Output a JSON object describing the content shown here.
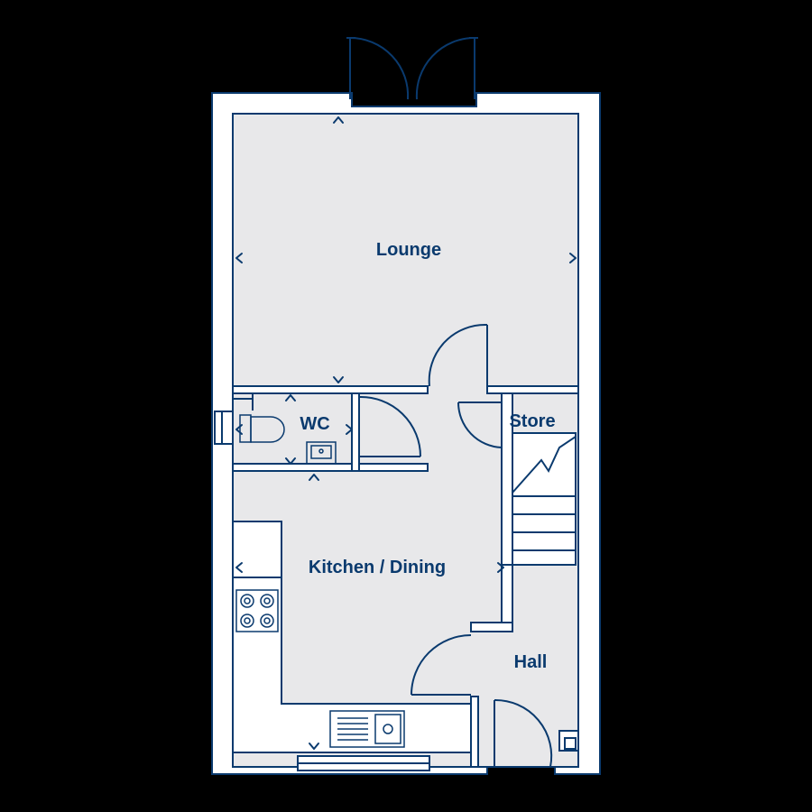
{
  "rooms": {
    "lounge": "Lounge",
    "wc": "WC",
    "store": "Store",
    "kitchen": "Kitchen / Dining",
    "hall": "Hall"
  },
  "colors": {
    "background": "#000000",
    "wall_fill": "#ffffff",
    "line": "#0a3a6e",
    "floor": "#e8e8ea"
  }
}
